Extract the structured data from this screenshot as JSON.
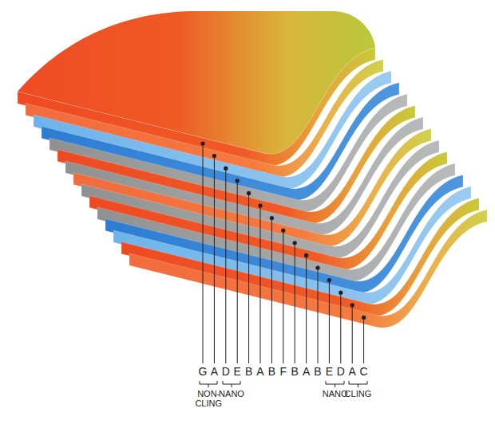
{
  "diagram": {
    "labels": [
      "G",
      "A",
      "D",
      "E",
      "B",
      "A",
      "B",
      "F",
      "B",
      "A",
      "B",
      "E",
      "D",
      "A",
      "C",
      "NON- CLING",
      "NANO",
      "NANO",
      "CLING"
    ]
  }
}
